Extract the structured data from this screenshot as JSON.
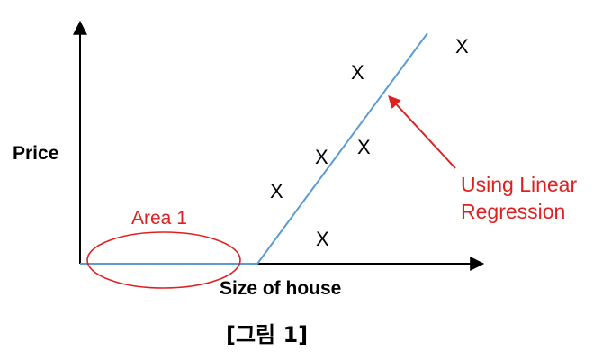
{
  "y_axis_label": "Price",
  "x_axis_label": "Size of house",
  "caption": "[그림 1]",
  "area_label": "Area 1",
  "regression_label_lines": [
    "Using Linear",
    "Regression"
  ],
  "data_mark_symbol": "X",
  "colors": {
    "axis": "#000000",
    "regression_line": "#5b9bd5",
    "annotation": "#e02020"
  }
}
